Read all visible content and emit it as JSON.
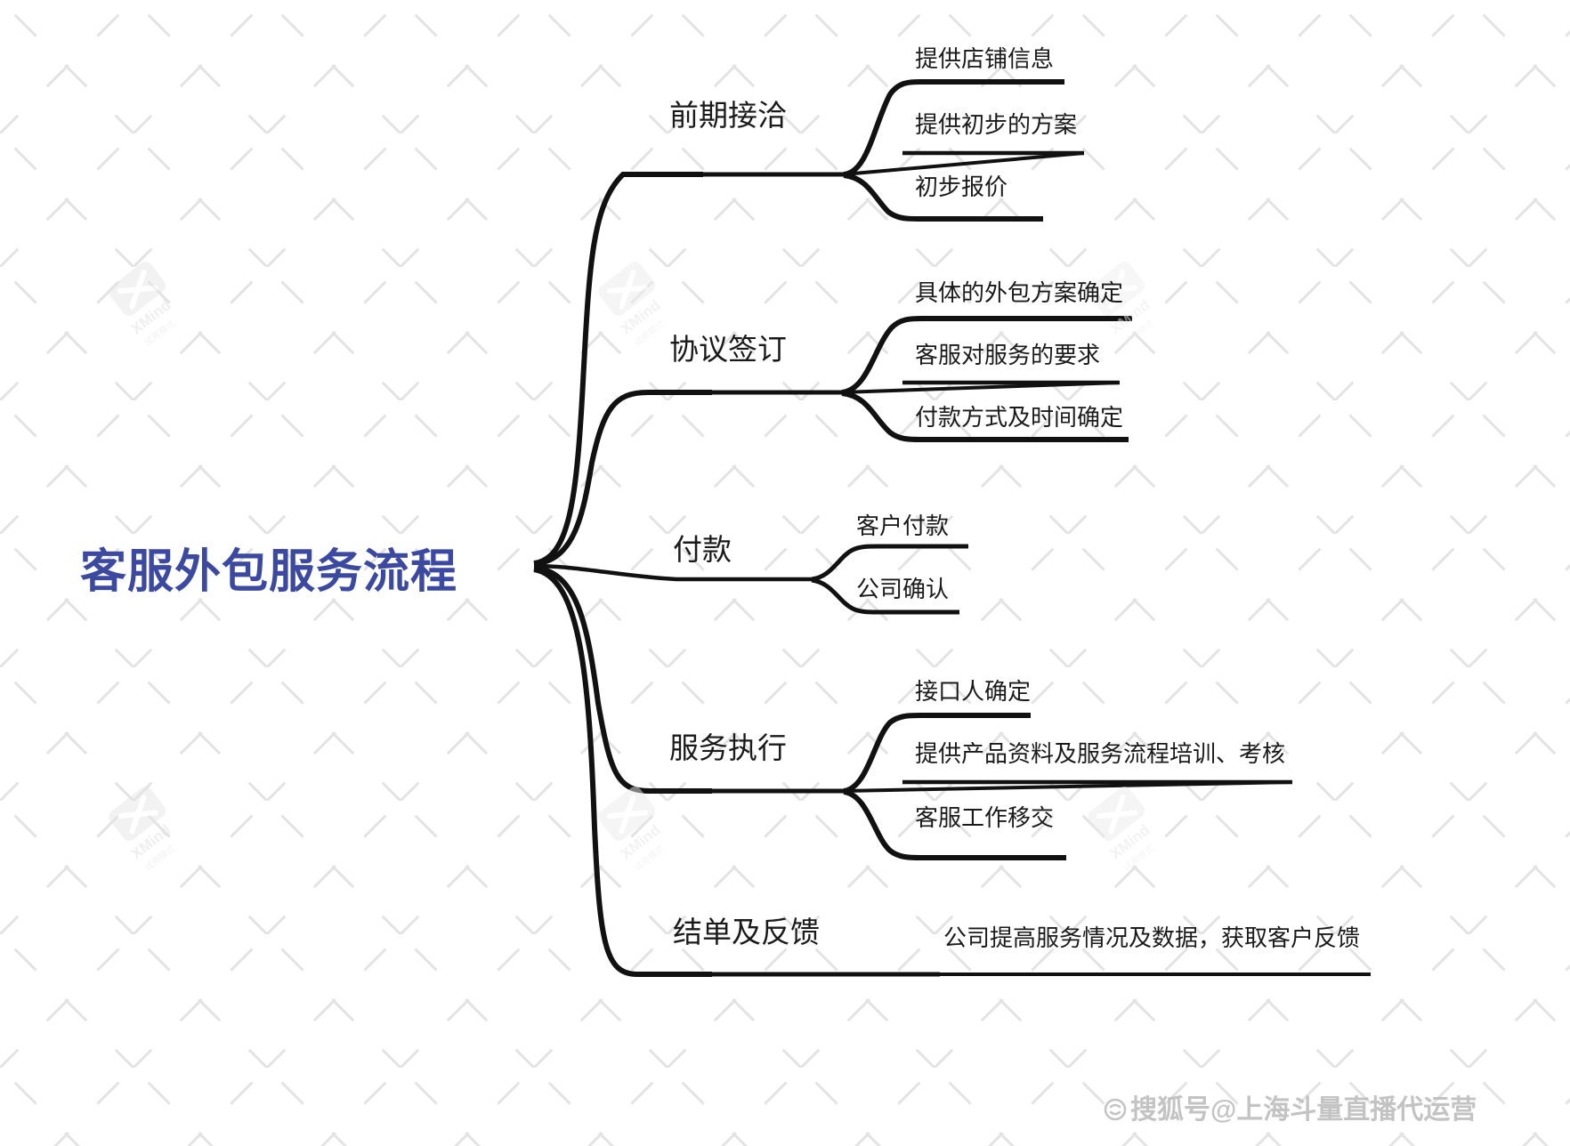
{
  "document": {
    "title": "客服外包服务流程",
    "tool": "XMind",
    "root_color": "#3b4aa0",
    "branch_color": "#1a1a1a",
    "background": "#ffffff"
  },
  "root": {
    "label": "客服外包服务流程"
  },
  "branches": [
    {
      "label": "前期接洽",
      "children": [
        {
          "label": "提供店铺信息"
        },
        {
          "label": "提供初步的方案"
        },
        {
          "label": "初步报价"
        }
      ]
    },
    {
      "label": "协议签订",
      "children": [
        {
          "label": "具体的外包方案确定"
        },
        {
          "label": "客服对服务的要求"
        },
        {
          "label": "付款方式及时间确定"
        }
      ]
    },
    {
      "label": "付款",
      "children": [
        {
          "label": "客户付款"
        },
        {
          "label": "公司确认"
        }
      ]
    },
    {
      "label": "服务执行",
      "children": [
        {
          "label": "接口人确定"
        },
        {
          "label": "提供产品资料及服务流程培训、考核"
        },
        {
          "label": "客服工作移交"
        }
      ]
    },
    {
      "label": "结单及反馈",
      "children": [
        {
          "label": "公司提高服务情况及数据，获取客户反馈"
        }
      ]
    }
  ],
  "watermarks": {
    "tool_mark": "XMind",
    "tool_sub": "试用模式",
    "footer": "搜狐号@上海斗量直播代运营"
  }
}
